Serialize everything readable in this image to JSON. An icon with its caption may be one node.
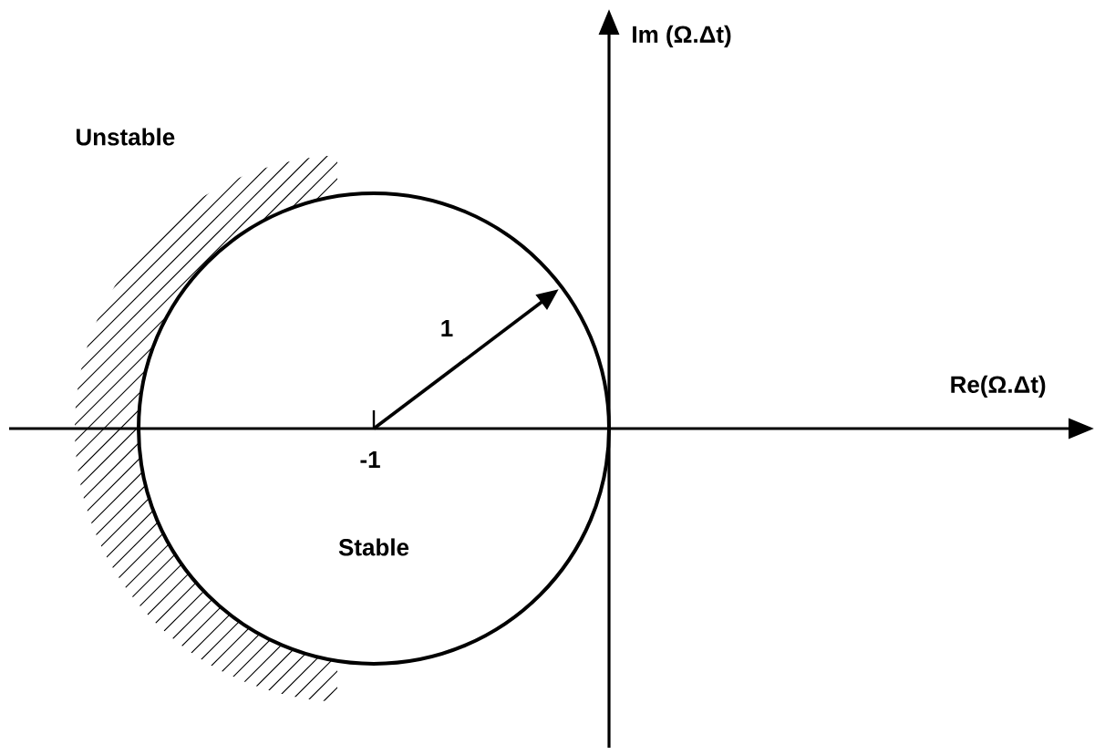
{
  "diagram": {
    "labels": [
      "Im (Ω.Δt)",
      "Unstable",
      "1",
      "Re(Ω.Δt)",
      "-1",
      "Stable"
    ]
  }
}
